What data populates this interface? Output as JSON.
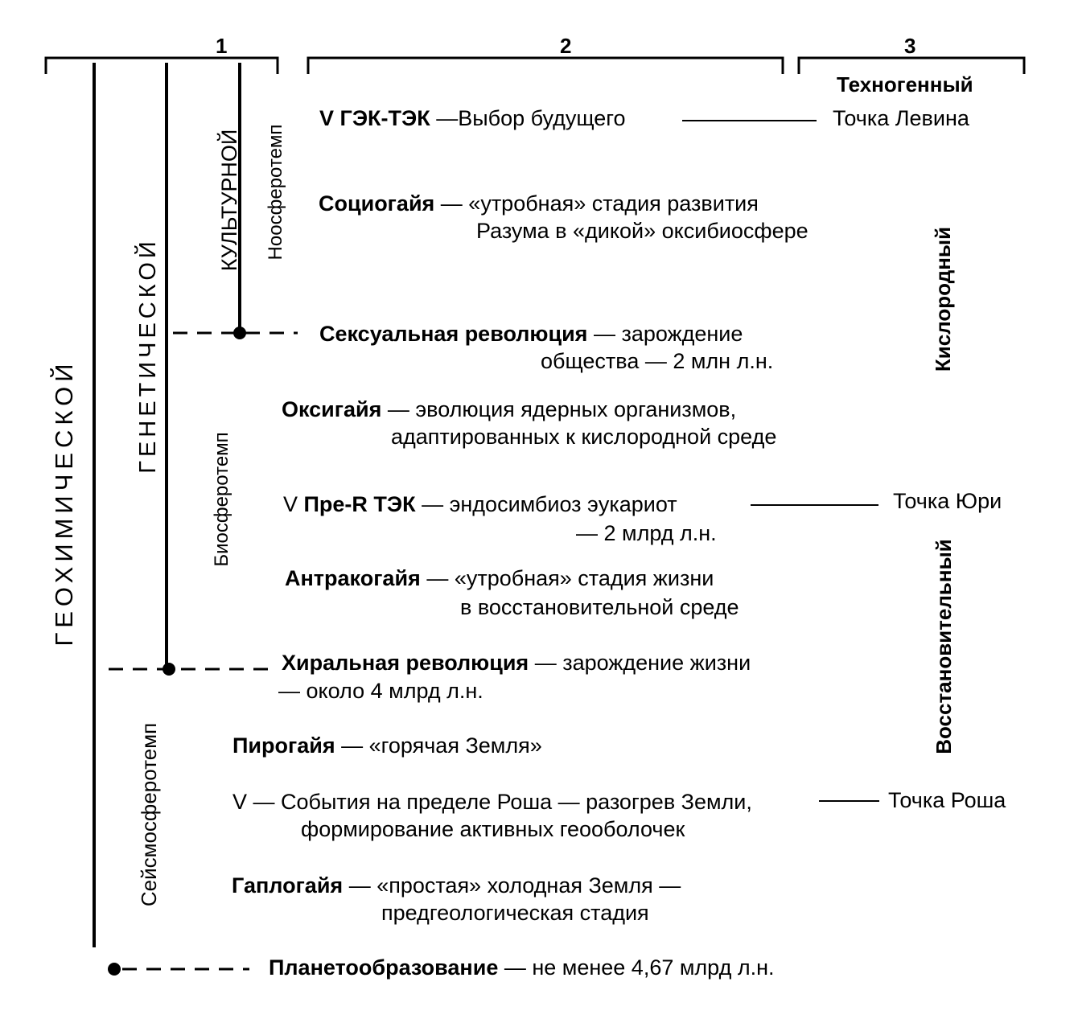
{
  "header": {
    "num1": "1",
    "num2": "2",
    "num3": "3",
    "technogenic": "Техногенный"
  },
  "vertical_labels": {
    "geochemical": "ГЕОХИМИЧЕСКОЙ",
    "genetic": "ГЕНЕТИЧЕСКОЙ",
    "cultural": "КУЛЬТУРНОЙ",
    "noosphere_tempo": "Ноосферотемп",
    "biosphere_tempo": "Биосферотемп",
    "seismosphere_tempo": "Сейсмосферотемп",
    "oxygen": "Кислородный",
    "reducing": "Восстановительный"
  },
  "entries": {
    "gek_tek": {
      "bold": "V  ГЭК-ТЭК",
      "rest": " —Выбор будущего",
      "point": "Точка Левина"
    },
    "sociogaia": {
      "bold": "Социогайя",
      "line1": " — «утробная» стадия развития",
      "line2": "Разума в «дикой» оксибиосфере"
    },
    "sexual": {
      "bold": "Сексуальная революция",
      "line1": " — зарождение",
      "line2": "общества — 2 млн л.н."
    },
    "oxigaia": {
      "bold": "Оксигайя",
      "line1": " — эволюция ядерных организмов,",
      "line2": "адаптированных к кислородной среде"
    },
    "pre_r": {
      "prefix": "V  ",
      "bold": "Пре-R ТЭК",
      "line1": " — эндосимбиоз эукариот",
      "line2": "—  2 млрд л.н.",
      "point": "Точка Юри"
    },
    "anthracogaia": {
      "bold": "Антракогайя",
      "line1": " — «утробная» стадия жизни",
      "line2": "в восстановительной среде"
    },
    "chiral": {
      "bold": "Хиральная революция",
      "line1": " — зарождение жизни",
      "line2": "— около 4 млрд л.н."
    },
    "pyrogaia": {
      "bold": "Пирогайя",
      "line1": " — «горячая Земля»"
    },
    "roche": {
      "line1": "V — События на пределе Роша — разогрев Земли,",
      "line2": "формирование активных геооболочек",
      "point": "Точка Роша"
    },
    "haplogaia": {
      "bold": "Гаплогайя",
      "line1": " — «простая» холодная Земля —",
      "line2": "предгеологическая стадия"
    },
    "planet": {
      "bold": "Планетообразование",
      "line1": " — не менее 4,67 млрд л.н."
    }
  }
}
